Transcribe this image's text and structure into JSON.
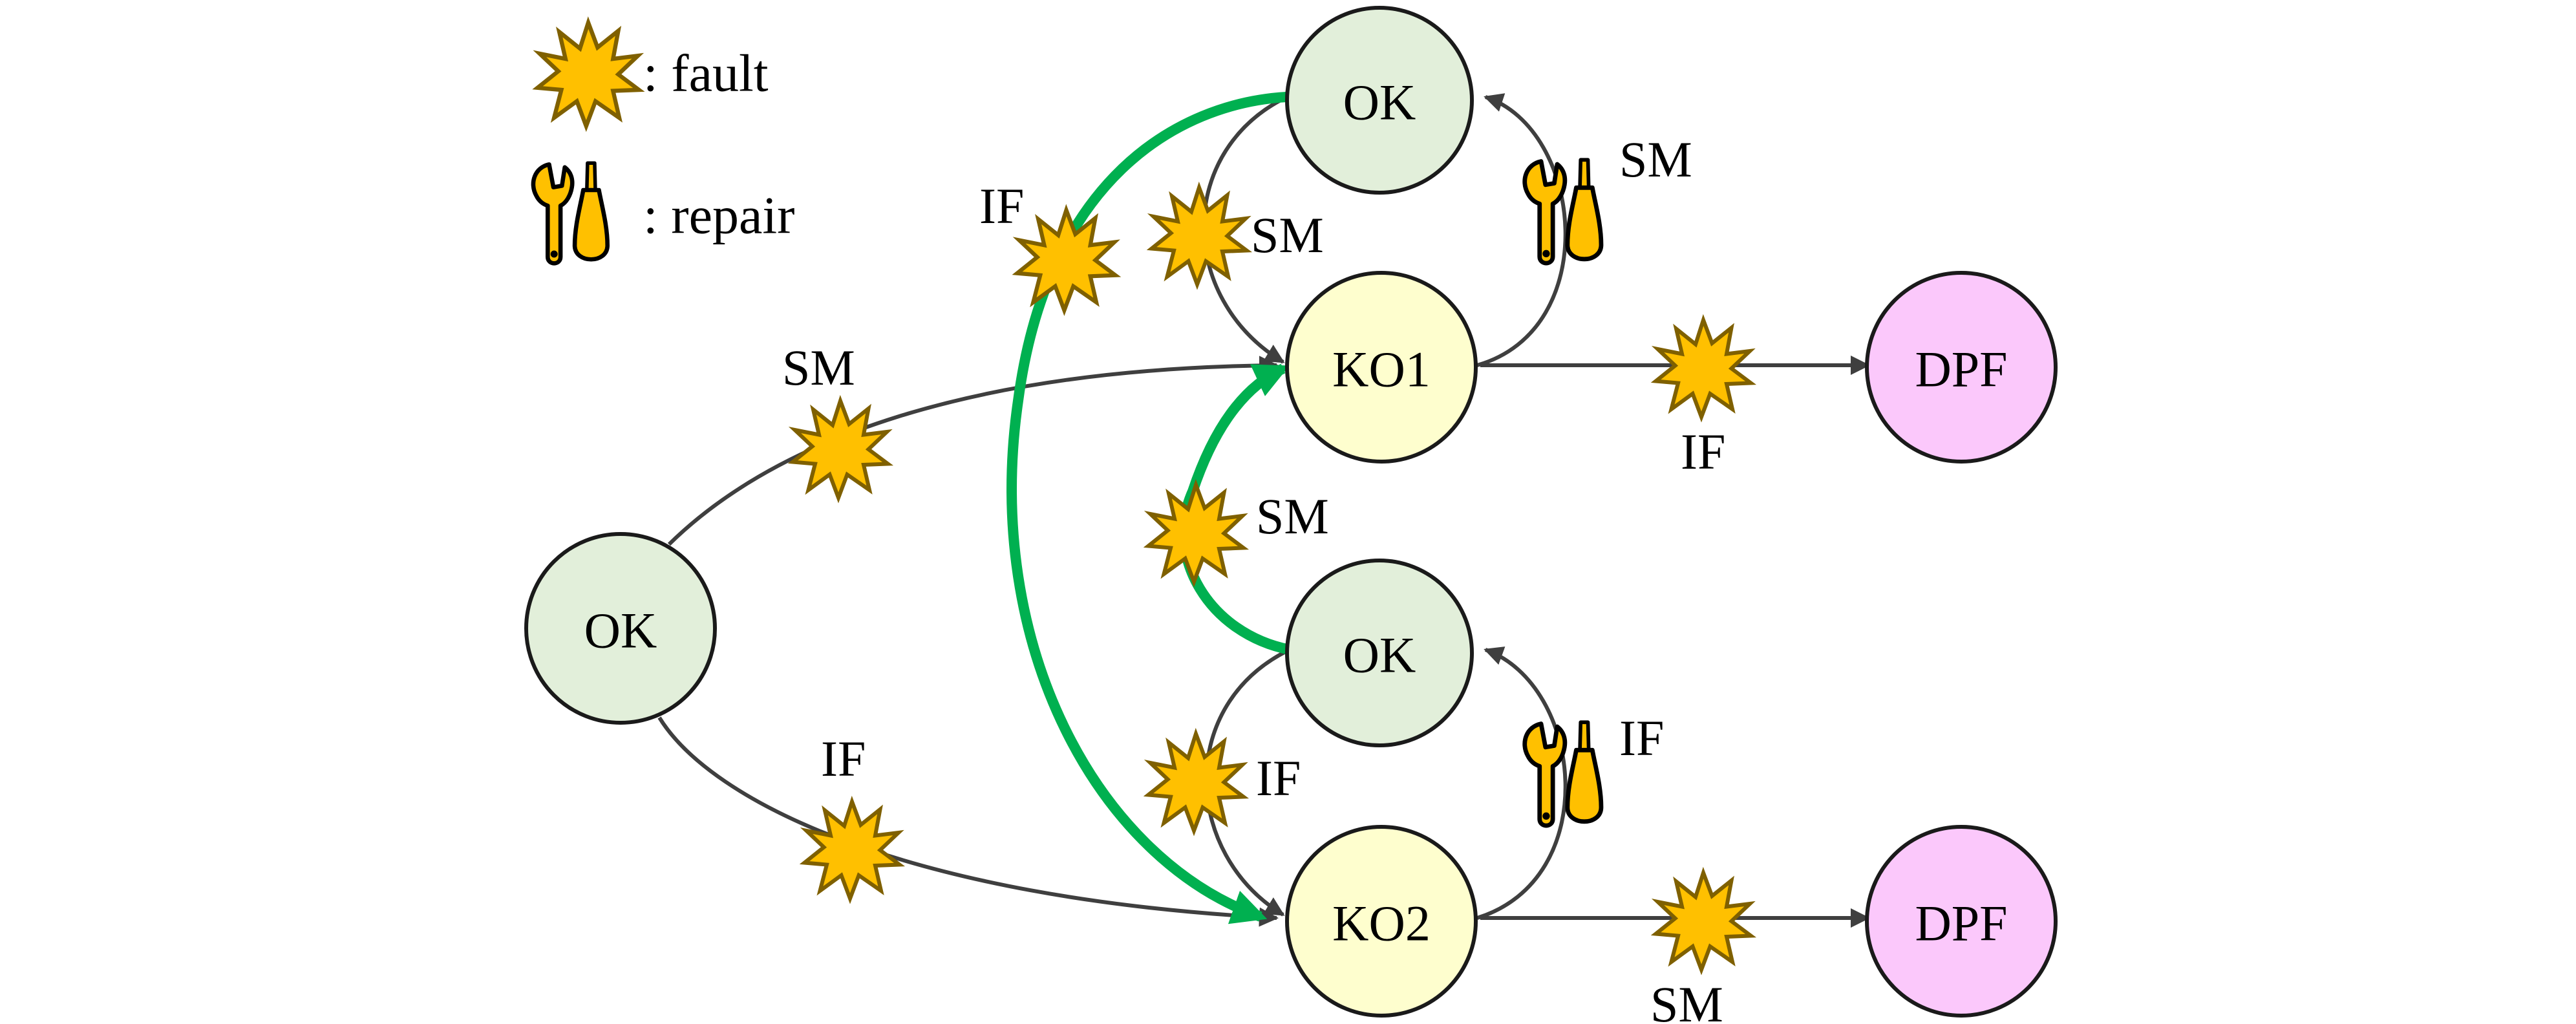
{
  "legend": {
    "fault_text": ": fault",
    "repair_text": ": repair",
    "fault_icon": "starburst-icon",
    "repair_icon": "wrench-screwdriver-icon"
  },
  "nodes": {
    "ok_initial": "OK",
    "ok_top": "OK",
    "ko1": "KO1",
    "dpf_top": "DPF",
    "ok_middle": "OK",
    "ko2": "KO2",
    "dpf_bottom": "DPF"
  },
  "edges": {
    "ok_initial_to_ko1": "SM",
    "ok_initial_to_ko2": "IF",
    "ok_top_to_ko1": "SM",
    "ko1_repair_to_ok_top": "SM",
    "ok_top_to_ko2": "IF",
    "ko1_to_dpf_top": "IF",
    "ok_middle_to_ko1": "SM",
    "ok_middle_to_ko2": "IF",
    "ko2_repair_to_ok_middle": "IF",
    "ko2_to_dpf_bottom": "SM"
  },
  "colors": {
    "ok_fill": "#e2efda",
    "ko_fill": "#fefece",
    "dpf_fill": "#fbc8fb",
    "node_stroke": "#1a1a1a",
    "edge_gray": "#3f3f3f",
    "edge_green": "#00b050",
    "star_fill": "#ffc000",
    "star_stroke": "#7f6000",
    "tool_fill": "#ffc000",
    "tool_stroke": "#000000"
  }
}
